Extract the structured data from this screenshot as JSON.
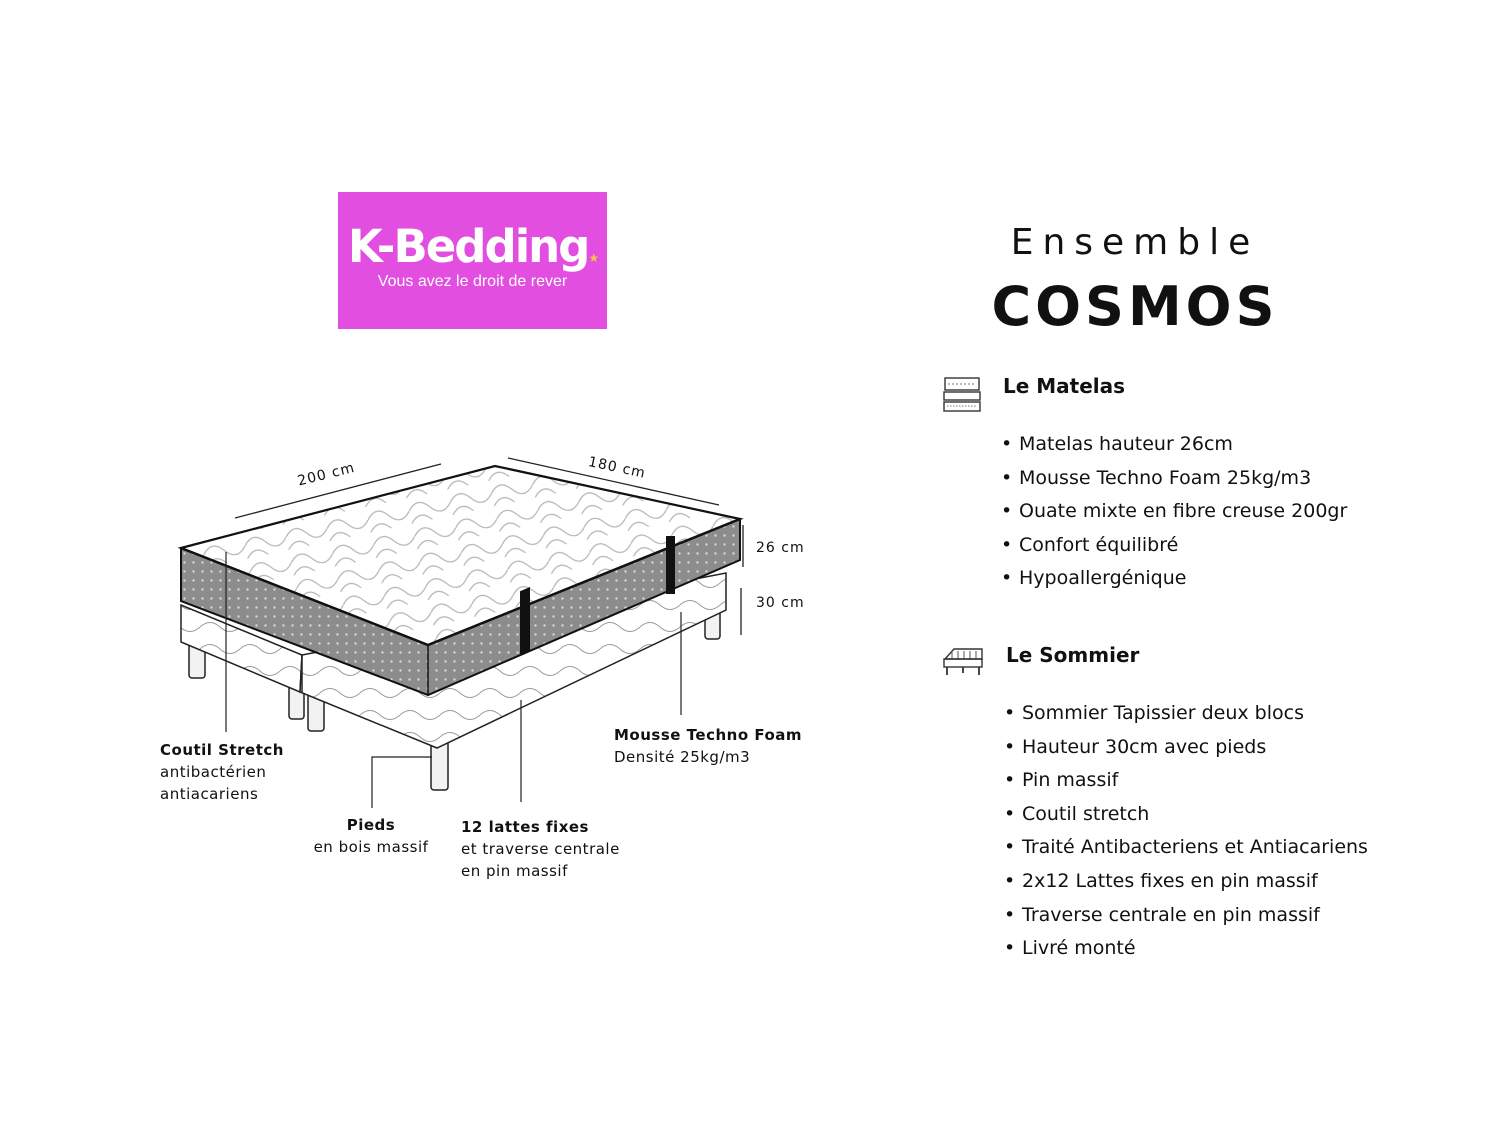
{
  "logo": {
    "name": "K-Bedding",
    "tagline": "Vous avez le droit de rever"
  },
  "product": {
    "title_line1": "Ensemble",
    "title_line2": "COSMOS"
  },
  "matelas": {
    "title": "Le Matelas",
    "items": [
      "Matelas hauteur 26cm",
      "Mousse Techno Foam 25kg/m3",
      "Ouate mixte en fibre creuse 200gr",
      "Confort équilibré",
      "Hypoallergénique"
    ]
  },
  "sommier": {
    "title": "Le Sommier",
    "items": [
      "Sommier Tapissier deux blocs",
      "Hauteur 30cm avec pieds",
      "Pin massif",
      "Coutil stretch",
      "Traité Antibacteriens et Antiacariens",
      "2x12 Lattes fixes en pin massif",
      "Traverse centrale en pin massif",
      "Livré monté"
    ]
  },
  "dimensions": {
    "length": "200 cm",
    "width": "180 cm",
    "mattress_height": "26 cm",
    "base_height": "30 cm"
  },
  "callouts": {
    "coutil": {
      "title": "Coutil Stretch",
      "line1": "antibactérien",
      "line2": "antiacariens"
    },
    "pieds": {
      "title": "Pieds",
      "line1": "en bois massif"
    },
    "lattes": {
      "title": "12 lattes fixes",
      "line1": "et traverse centrale",
      "line2": "en pin massif"
    },
    "mousse": {
      "title": "Mousse Techno Foam",
      "line1": "Densité 25kg/m3"
    }
  },
  "colors": {
    "brand": "#e24fe0",
    "star": "#f5c04a",
    "ink": "#111111",
    "side_panel": "#8a8a8a"
  }
}
